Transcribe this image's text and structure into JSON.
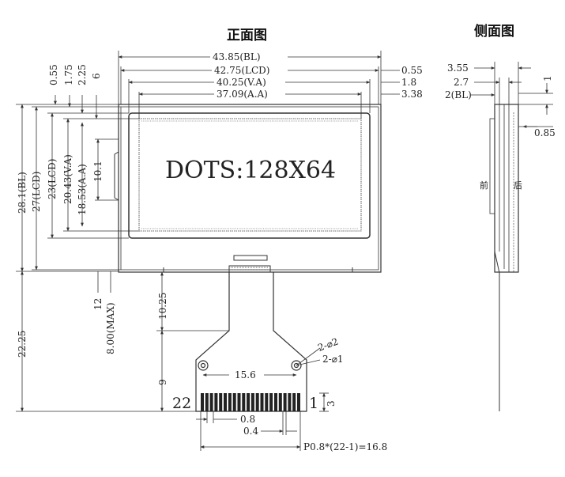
{
  "titles": {
    "front": "正面图",
    "side": "侧面图"
  },
  "display_text": "DOTS:128X64",
  "top_dims": {
    "bl": "43.85(BL)",
    "lcd": "42.75(LCD)",
    "va": "40.25(V.A)",
    "aa": "37.09(A.A)"
  },
  "right_dims": {
    "r1": "0.55",
    "r2": "1.8",
    "r3": "3.38"
  },
  "left_top_dims": {
    "d1": "0.55",
    "d2": "1.75",
    "d3": "2.25",
    "d4": "6"
  },
  "vertical_dims": {
    "bl": "28.1(BL)",
    "lcd": "27(LCD)",
    "lcd23": "23(LCD)",
    "va": "20.43(V.A)",
    "aa": "18.53(A.A)",
    "d10": "10.1",
    "d12": "12",
    "max": "8.00(MAX)",
    "fpc_total": "22.25",
    "fpc_len": "10.25",
    "fpc_9": "9"
  },
  "fpc": {
    "hole_big": "2-⌀2",
    "hole_small": "2-⌀1",
    "hole_span": "15.6",
    "pin_first": "22",
    "pin_last": "1",
    "pitch": "0.8",
    "width": "0.4",
    "pad_len": "3",
    "total": "P0.8*(22-1)=16.8"
  },
  "side_dims": {
    "s1": "3.55",
    "s2": "2.7",
    "s3": "2(BL)",
    "s4": "1",
    "s5": "0.85"
  },
  "side_labels": {
    "front": "前",
    "back": "后"
  }
}
